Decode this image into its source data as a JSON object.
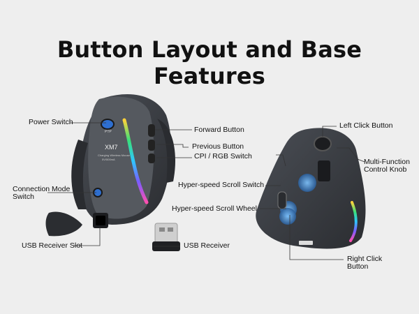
{
  "title": "Button Layout and Base Features",
  "mouse_label_text": {
    "brand": "PTP",
    "model": "XM7",
    "line1": "Charging Wireless Mouse",
    "line2": "5V/500mA"
  },
  "labels": {
    "power_switch": "Power Switch",
    "connection_mode_switch_line1": "Connection Mode",
    "connection_mode_switch_line2": "Switch",
    "usb_receiver_slot": "USB Receiver Slot",
    "usb_receiver": "USB Receiver",
    "forward_button": "Forward Button",
    "previous_button": "Previous Button",
    "cpi_rgb_switch": "CPI / RGB Switch",
    "hyper_speed_scroll_switch": "Hyper-speed Scroll Switch",
    "hyper_speed_scroll_wheel": "Hyper-speed Scroll Wheel",
    "left_click_button": "Left Click Button",
    "multi_function_line1": "Multi-Function",
    "multi_function_line2": "Control Knob",
    "right_click_line1": "Right Click",
    "right_click_line2": "Button"
  },
  "colors": {
    "background": "#eeeeee",
    "mouse_body": "#3a3d42",
    "mouse_dark": "#26282c",
    "leader_line": "#333333"
  }
}
